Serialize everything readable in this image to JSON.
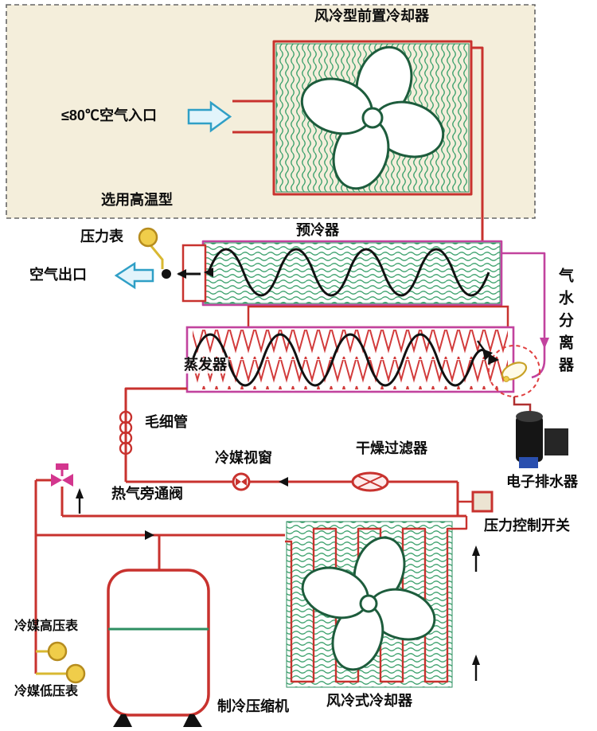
{
  "colors": {
    "pipe_red": "#c8322e",
    "pipe_magenta": "#c2439e",
    "coil_green": "#2e8f62",
    "fan_outline_green": "#1d5c3c",
    "gauge_yellow": "#f0cd4a",
    "arrow_cyan": "#2f9fc6",
    "top_box_beige": "#f4eedb",
    "valve_pink": "#d3368e",
    "drain_blue": "#2a4fae"
  },
  "labels": {
    "top_cooler_title": "风冷型前置冷却器",
    "air_inlet": "≤80℃空气入口",
    "high_temp_note": "选用高温型",
    "pressure_gauge": "压力表",
    "precooler": "预冷器",
    "air_outlet": "空气出口",
    "evaporator": "蒸发器",
    "separator": "气水分离器",
    "capillary": "毛细管",
    "sight_glass": "冷媒视窗",
    "dryer_filter": "干燥过滤器",
    "electronic_drain": "电子排水器",
    "bypass_valve": "热气旁通阀",
    "pressure_switch": "压力控制开关",
    "high_pressure_gauge": "冷媒高压表",
    "low_pressure_gauge": "冷媒低压表",
    "compressor": "制冷压缩机",
    "air_cooled_cooler": "风冷式冷却器"
  }
}
